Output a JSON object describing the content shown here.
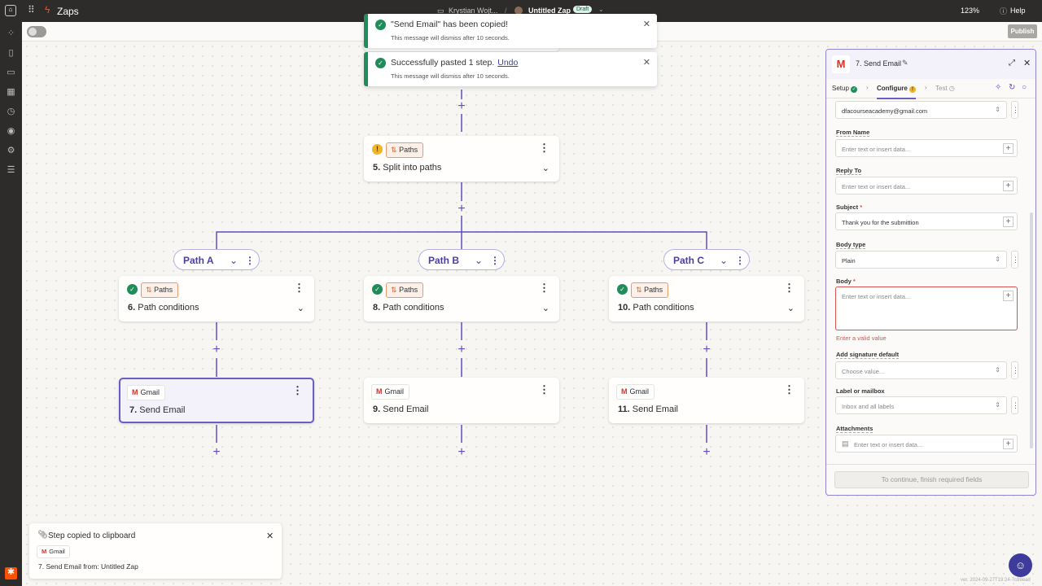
{
  "topbar": {
    "app_name": "Zaps",
    "folder": "Krystian Wojt...",
    "zap_name": "Untitled Zap",
    "status": "Draft",
    "zoom": "123%",
    "help": "Help"
  },
  "toolbar": {
    "publish": "Publish"
  },
  "toasts": [
    {
      "message": "\"Send Email\" has been copied!",
      "sub": "This message will dismiss after 10 seconds."
    },
    {
      "message": "Successfully pasted 1 step.",
      "action": "Undo",
      "sub": "This message will dismiss after 10 seconds."
    }
  ],
  "steps": {
    "split": {
      "app": "Paths",
      "number": "5.",
      "title": "Split into paths"
    },
    "paths": [
      {
        "label": "Path A",
        "cond": {
          "app": "Paths",
          "number": "6.",
          "title": "Path conditions"
        },
        "action": {
          "app": "Gmail",
          "number": "7.",
          "title": "Send Email"
        }
      },
      {
        "label": "Path B",
        "cond": {
          "app": "Paths",
          "number": "8.",
          "title": "Path conditions"
        },
        "action": {
          "app": "Gmail",
          "number": "9.",
          "title": "Send Email"
        }
      },
      {
        "label": "Path C",
        "cond": {
          "app": "Paths",
          "number": "10.",
          "title": "Path conditions"
        },
        "action": {
          "app": "Gmail",
          "number": "11.",
          "title": "Send Email"
        }
      }
    ]
  },
  "panel": {
    "title": "7. Send Email",
    "tabs": {
      "setup": "Setup",
      "configure": "Configure",
      "test": "Test"
    },
    "account_value": "dfacourseacademy@gmail.com",
    "fields": {
      "from_name": {
        "label": "From Name",
        "placeholder": "Enter text or insert data..."
      },
      "reply_to": {
        "label": "Reply To",
        "placeholder": "Enter text or insert data..."
      },
      "subject": {
        "label": "Subject",
        "value": "Thank you for the submittion"
      },
      "body_type": {
        "label": "Body type",
        "value": "Plain"
      },
      "body": {
        "label": "Body",
        "placeholder": "Enter text or insert data...",
        "error": "Enter a valid value"
      },
      "signature": {
        "label": "Add signature default",
        "placeholder": "Choose value..."
      },
      "label_mailbox": {
        "label": "Label or mailbox",
        "value": "Inbox and all labels"
      },
      "attachments": {
        "label": "Attachments",
        "placeholder": "Enter text or insert data..."
      }
    },
    "continue": "To continue, finish required fields"
  },
  "clipboard": {
    "title": "Step copied to clipboard",
    "app": "Gmail",
    "detail": "7. Send Email from: Untitled Zap"
  },
  "footer": {
    "version": "ver. 2024-09-27T19:24-7c89ead"
  },
  "colors": {
    "accent": "#5b4fc0",
    "success": "#1f8c5a",
    "paths": "#e79a6b",
    "error": "#d9534f"
  }
}
